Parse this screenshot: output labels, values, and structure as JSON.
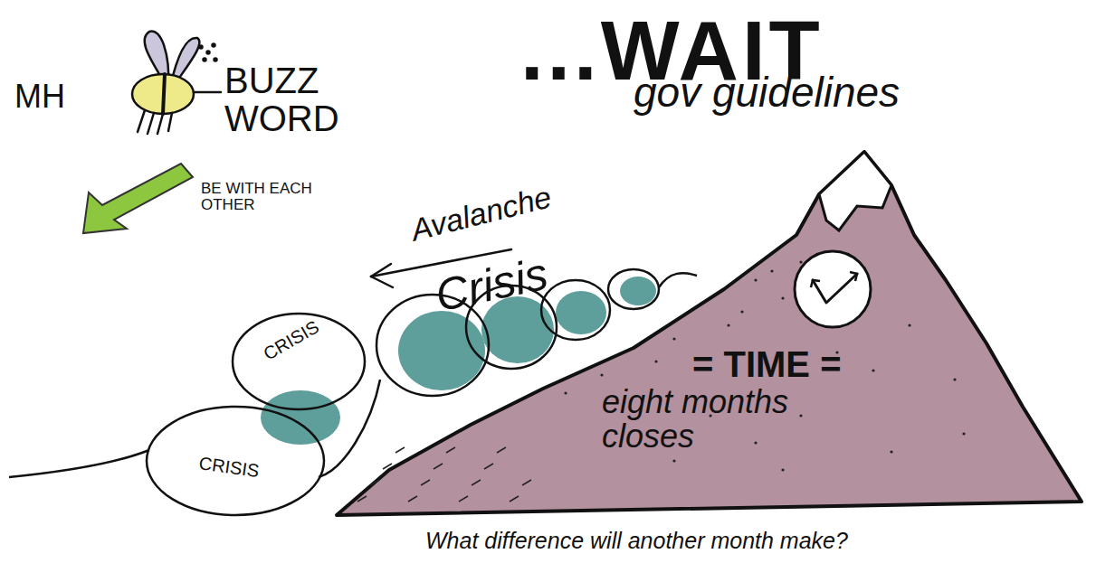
{
  "diagram": {
    "title": "...WAIT",
    "caption": "What difference will another month make?",
    "nodes": [
      {
        "text": [
          "= TIME =",
          "eight months closes"
        ]
      },
      {
        "text": [
          "CRISIS"
        ]
      },
      {
        "text": [
          "CRISIS"
        ]
      }
    ],
    "labels": [
      "MH",
      "BUZZ WORD",
      "BE WITH EACH OTHER",
      "gov guidelines",
      "Avalanche",
      "Crisis"
    ]
  }
}
